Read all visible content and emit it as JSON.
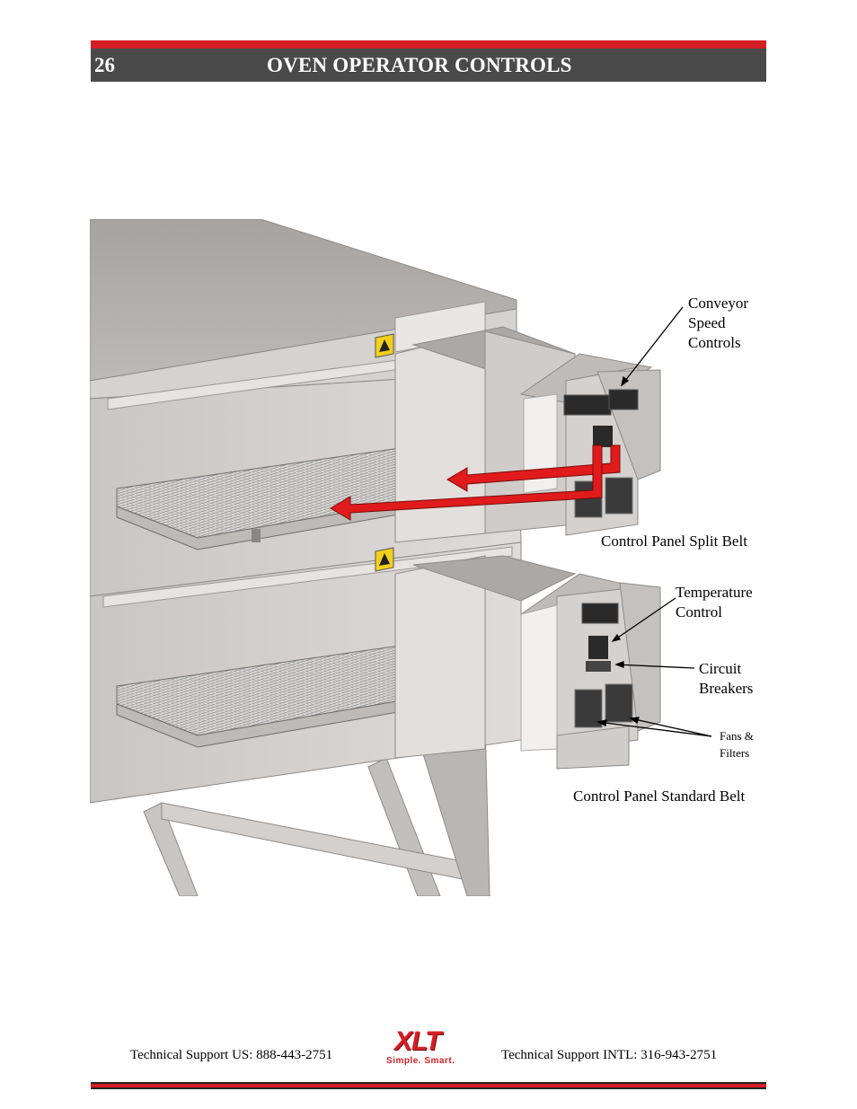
{
  "header": {
    "page_number": "26",
    "title": "OVEN OPERATOR CONTROLS"
  },
  "figure": {
    "callouts": {
      "conveyor_speed": "Conveyor\nSpeed\nControls",
      "split_belt_panel": "Control Panel Split Belt",
      "temperature": "Temperature\nControl",
      "circuit_breakers": "Circuit\nBreakers",
      "fans_filters": "Fans &\nFilters",
      "standard_belt_panel": "Control Panel Standard Belt"
    }
  },
  "footer": {
    "support_us": "Technical Support  US:  888-443-2751",
    "support_intl": "Technical Support  INTL:  316-943-2751",
    "logo_text": "XLT",
    "logo_tagline": "Simple. Smart."
  },
  "colors": {
    "accent_red": "#d41e24",
    "header_gray": "#4a4a4a"
  }
}
